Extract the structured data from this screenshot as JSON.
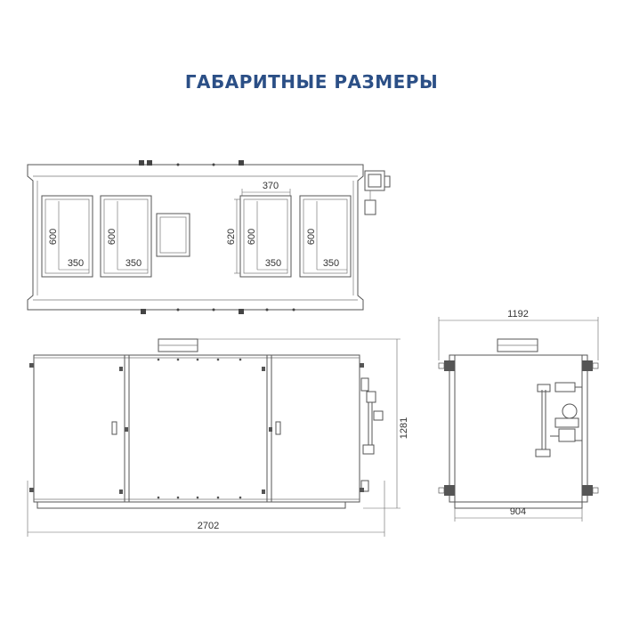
{
  "title": "ГАБАРИТНЫЕ РАЗМЕРЫ",
  "dimensions": {
    "top_width_370": "370",
    "top_height_620": "620",
    "opening_1_height": "600",
    "opening_1_width": "350",
    "opening_2_height": "600",
    "opening_2_width": "350",
    "opening_3_height": "600",
    "opening_3_width": "350",
    "opening_4_height": "600",
    "opening_4_width": "350",
    "overall_length": "2702",
    "overall_height": "1281",
    "overall_depth": "1192",
    "base_width": "904"
  }
}
